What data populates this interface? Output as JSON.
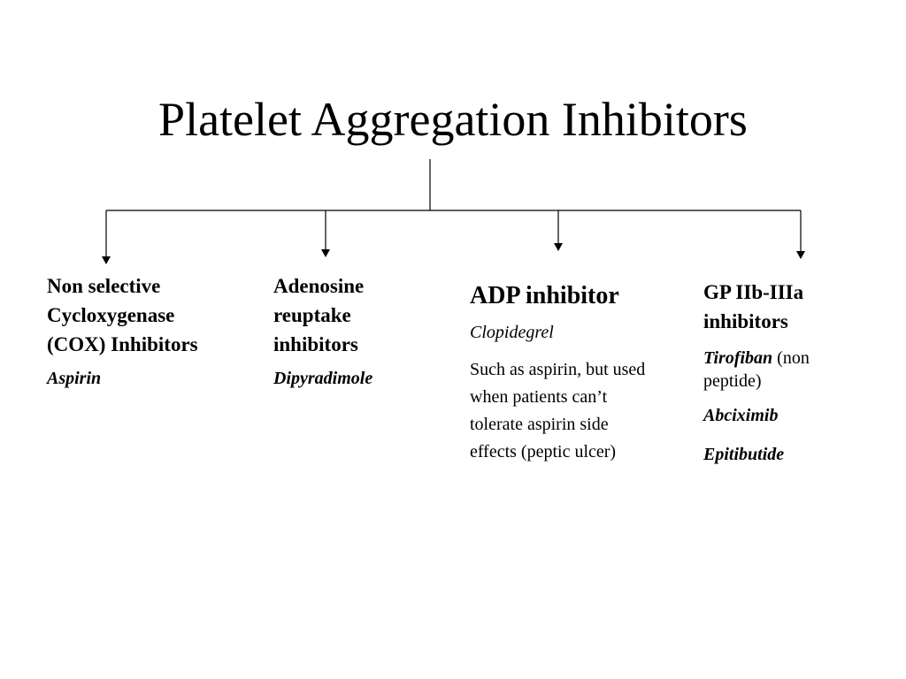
{
  "title": "Platelet Aggregation Inhibitors",
  "categories": [
    {
      "heading_lines": [
        "Non selective",
        "Cycloxygenase",
        "(COX) Inhibitors"
      ],
      "drug": "Aspirin"
    },
    {
      "heading_lines": [
        "Adenosine",
        "reuptake",
        "inhibitors"
      ],
      "drug": "Dipyradimole"
    },
    {
      "heading": "ADP inhibitor",
      "drug": "Clopidegrel",
      "note_lines": [
        "Such as aspirin, but used",
        "when patients can’t",
        "tolerate aspirin side",
        "effects (peptic ulcer)"
      ]
    },
    {
      "heading_lines": [
        "GP IIb-IIIa",
        "inhibitors"
      ],
      "drug_1": "Tirofiban",
      "drug_1_note": " (non",
      "drug_1_note_2": "peptide)",
      "drug_2": "Abciximib",
      "drug_3": "Epitibutide"
    }
  ]
}
